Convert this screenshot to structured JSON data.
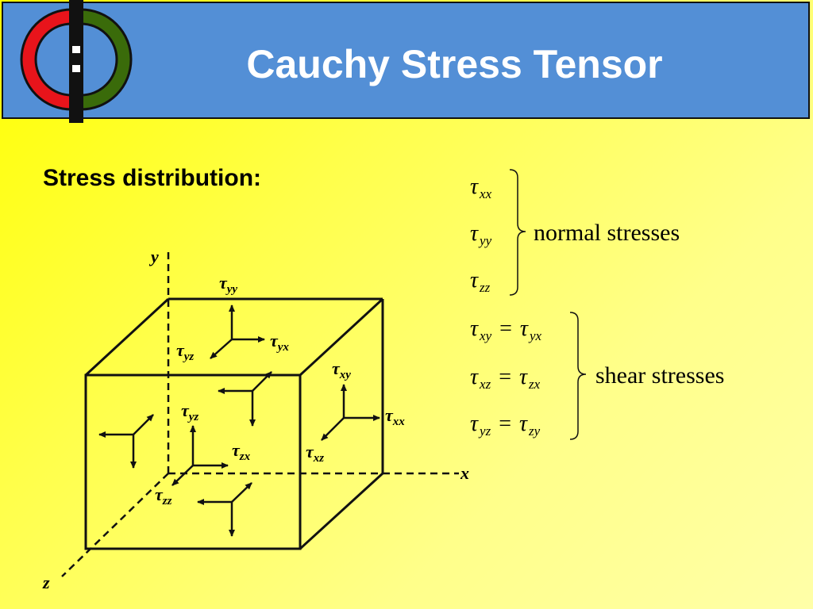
{
  "header": {
    "title": "Cauchy Stress Tensor",
    "colors": {
      "bar": "#538fd6",
      "logo_red": "#e8141b",
      "logo_green": "#3a6b0a"
    }
  },
  "content": {
    "subtitle": "Stress distribution:"
  },
  "diagram": {
    "axes": {
      "x": "x",
      "y": "y",
      "z": "z"
    },
    "tau": "τ",
    "labels": {
      "yy": "yy",
      "yz_top": "yz",
      "yx": "yx",
      "xy": "xy",
      "xx": "xx",
      "yz_front": "yz",
      "zx": "zx",
      "xz": "xz",
      "zz": "zz"
    }
  },
  "equations": {
    "tau": "τ",
    "equals": "=",
    "normal": {
      "subs": [
        "xx",
        "yy",
        "zz"
      ],
      "label": "normal stresses"
    },
    "shear": {
      "rows": [
        {
          "left": "xy",
          "right": "yx"
        },
        {
          "left": "xz",
          "right": "zx"
        },
        {
          "left": "yz",
          "right": "zy"
        }
      ],
      "label": "shear stresses"
    }
  }
}
